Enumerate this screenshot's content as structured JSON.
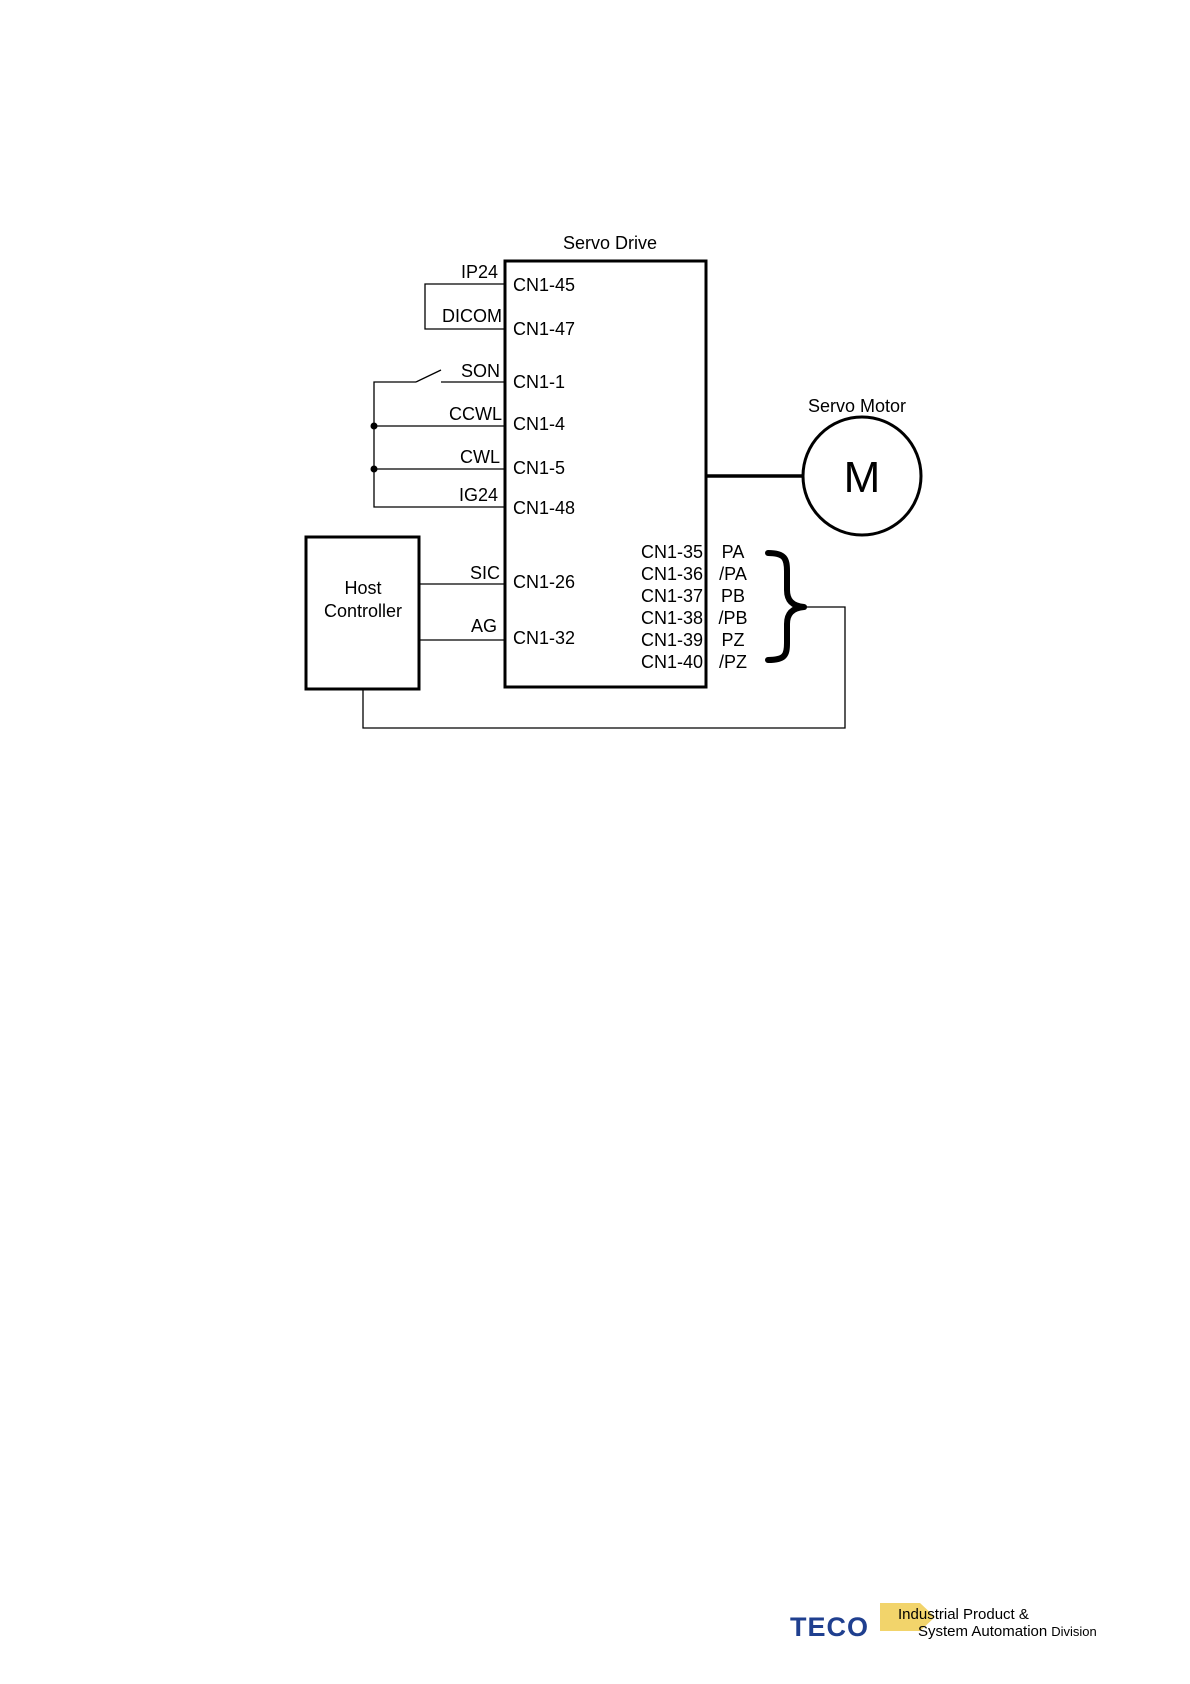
{
  "drive": {
    "title": "Servo Drive"
  },
  "motor": {
    "title": "Servo Motor",
    "symbol": "M"
  },
  "host": {
    "line1": "Host",
    "line2": "Controller"
  },
  "left_signals": [
    {
      "signal": "IP24",
      "pin": "CN1-45"
    },
    {
      "signal": "DICOM",
      "pin": "CN1-47"
    },
    {
      "signal": "SON",
      "pin": "CN1-1"
    },
    {
      "signal": "CCWL",
      "pin": "CN1-4"
    },
    {
      "signal": "CWL",
      "pin": "CN1-5"
    },
    {
      "signal": "IG24",
      "pin": "CN1-48"
    },
    {
      "signal": "SIC",
      "pin": "CN1-26"
    },
    {
      "signal": "AG",
      "pin": "CN1-32"
    }
  ],
  "encoder_outputs": [
    {
      "pin": "CN1-35",
      "signal": "PA"
    },
    {
      "pin": "CN1-36",
      "signal": "/PA"
    },
    {
      "pin": "CN1-37",
      "signal": "PB"
    },
    {
      "pin": "CN1-38",
      "signal": "/PB"
    },
    {
      "pin": "CN1-39",
      "signal": "PZ"
    },
    {
      "pin": "CN1-40",
      "signal": "/PZ"
    }
  ],
  "footer": {
    "logo": "TECO",
    "division_line1": "Industrial Product &",
    "division_line2": "System Automation",
    "division_word": "Division"
  },
  "colors": {
    "logo_blue": "#1f3f8f",
    "logo_accent": "#f2d46b"
  }
}
